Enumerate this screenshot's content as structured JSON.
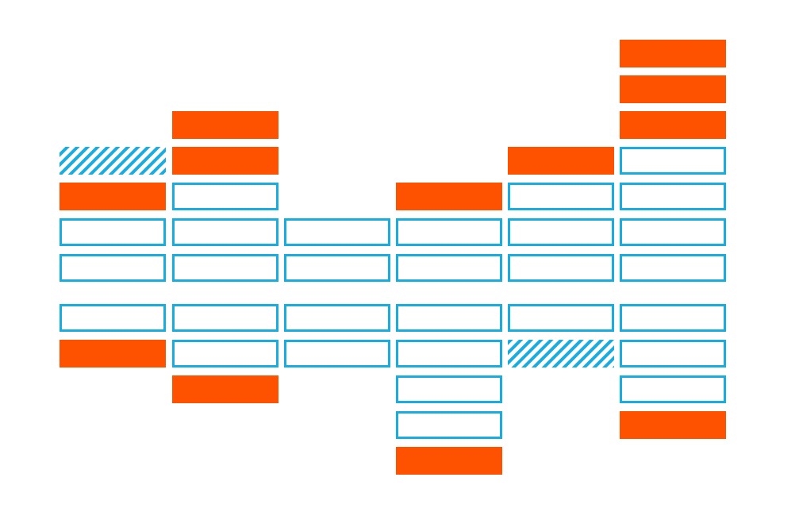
{
  "palette": {
    "filled": "#FF5200",
    "outline": "#1AACDE",
    "background": "#FFFFFF"
  },
  "columns": [
    {
      "upper": [
        "filled",
        "hatched"
      ],
      "lower": [
        "filled"
      ]
    },
    {
      "upper": [
        "outline",
        "filled",
        "filled"
      ],
      "lower": [
        "outline",
        "filled"
      ]
    },
    {
      "upper": [],
      "lower": [
        "outline"
      ]
    },
    {
      "upper": [
        "filled"
      ],
      "lower": [
        "outline",
        "outline",
        "outline",
        "filled"
      ]
    },
    {
      "upper": [
        "outline",
        "filled"
      ],
      "lower": [
        "hatched"
      ]
    },
    {
      "upper": [
        "outline",
        "outline",
        "filled",
        "filled",
        "filled"
      ],
      "lower": [
        "outline",
        "outline",
        "filled"
      ]
    }
  ]
}
